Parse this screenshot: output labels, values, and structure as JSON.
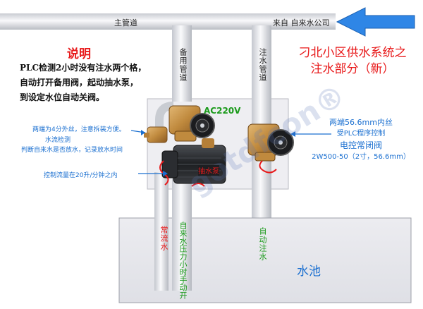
{
  "main_pipe_label": "主管道",
  "water_source_label": "来自 自来水公司",
  "title": [
    "刁北小区供水系统之",
    "注水部分（新）"
  ],
  "notes": {
    "heading": "说明",
    "lines": [
      "PLC检测2小时没有注水两个格，",
      "自动打开备用阀，起动抽水泵，",
      "到设定水位自动关阀。"
    ]
  },
  "pipes": {
    "backup": "备用管道",
    "injection": "注水管道",
    "normal_flow": "常流水",
    "manual_valve": "自来水压力小时手动开",
    "auto_injection": "自动注水"
  },
  "left_annotations": {
    "fitting": "两端为4分外丝，注意拆装方便。",
    "flow_check": "水流检测",
    "flow_check_desc": "判断自来水是否放水，记录放水时间",
    "flow_rate": "控制流量在20升/分钟之内"
  },
  "ac_label": "AC220V",
  "pump_label": "抽水泵",
  "valve_spec": {
    "fitting": "两端56.6mm内丝",
    "plc": "受PLC程序控制",
    "type": "电控常闭阀",
    "model": "2W500-50（2寸，56.6mm）"
  },
  "tank_label": "水池",
  "watermark": "gotdfcon®",
  "colors": {
    "red": "#e8191a",
    "blue": "#1a6fd0",
    "green": "#1a9a1a",
    "arrow": "#2f86e6"
  }
}
